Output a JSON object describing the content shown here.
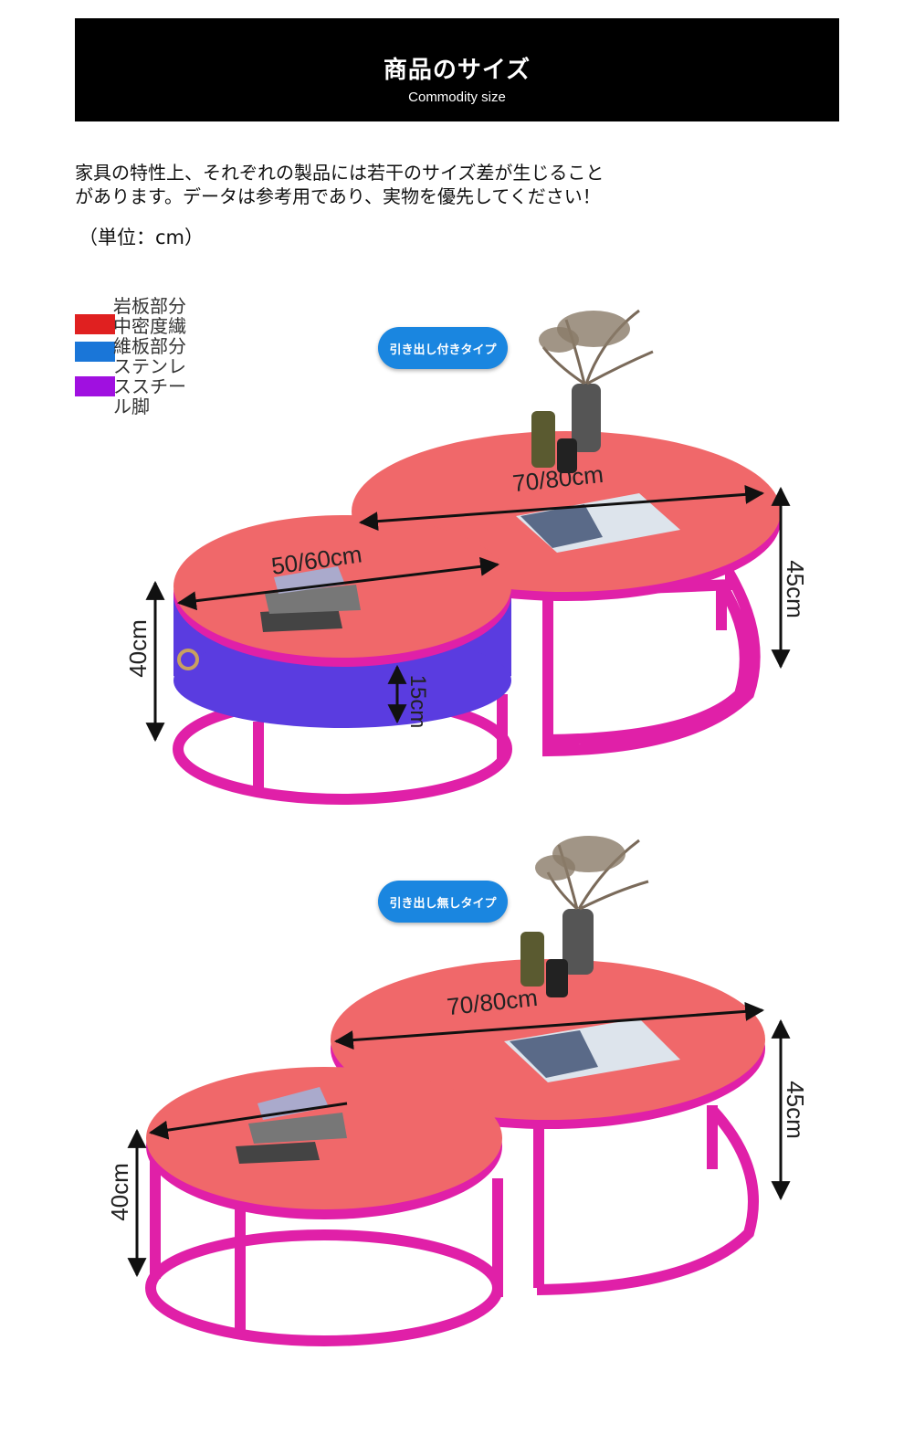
{
  "header": {
    "title": "商品のサイズ",
    "subtitle": "Commodity size"
  },
  "note": {
    "line1": "家具の特性上、それぞれの製品には若干のサイズ差が生じること",
    "line2": "があります。データは参考用であり、実物を優先してください！"
  },
  "unit": "（単位：cm）",
  "legend": {
    "items": [
      {
        "label": "岩板部分",
        "color": "#e02020"
      },
      {
        "label": "中密度繊",
        "color": "#e02020"
      },
      {
        "label": "維板部分",
        "color": "#1a76d8"
      },
      {
        "label": "ステンレ",
        "color": "#1a76d8"
      },
      {
        "label": "ススチー",
        "color": "#a010e0"
      },
      {
        "label": "ル脚",
        "color": "#a010e0"
      }
    ]
  },
  "colors": {
    "top": "#f0686a",
    "frame": "#e020a8",
    "drawer": "#5a3ce0",
    "pill": "#1a86e0"
  },
  "top_scene": {
    "badge": "引き出し付きタイプ",
    "large_diameter": "70/80cm",
    "small_diameter": "50/60cm",
    "large_height": "45cm",
    "small_height": "40cm",
    "drawer_height": "15cm"
  },
  "bottom_scene": {
    "badge": "引き出し無しタイプ",
    "large_diameter": "70/80cm",
    "large_height": "45cm",
    "small_height": "40cm"
  }
}
